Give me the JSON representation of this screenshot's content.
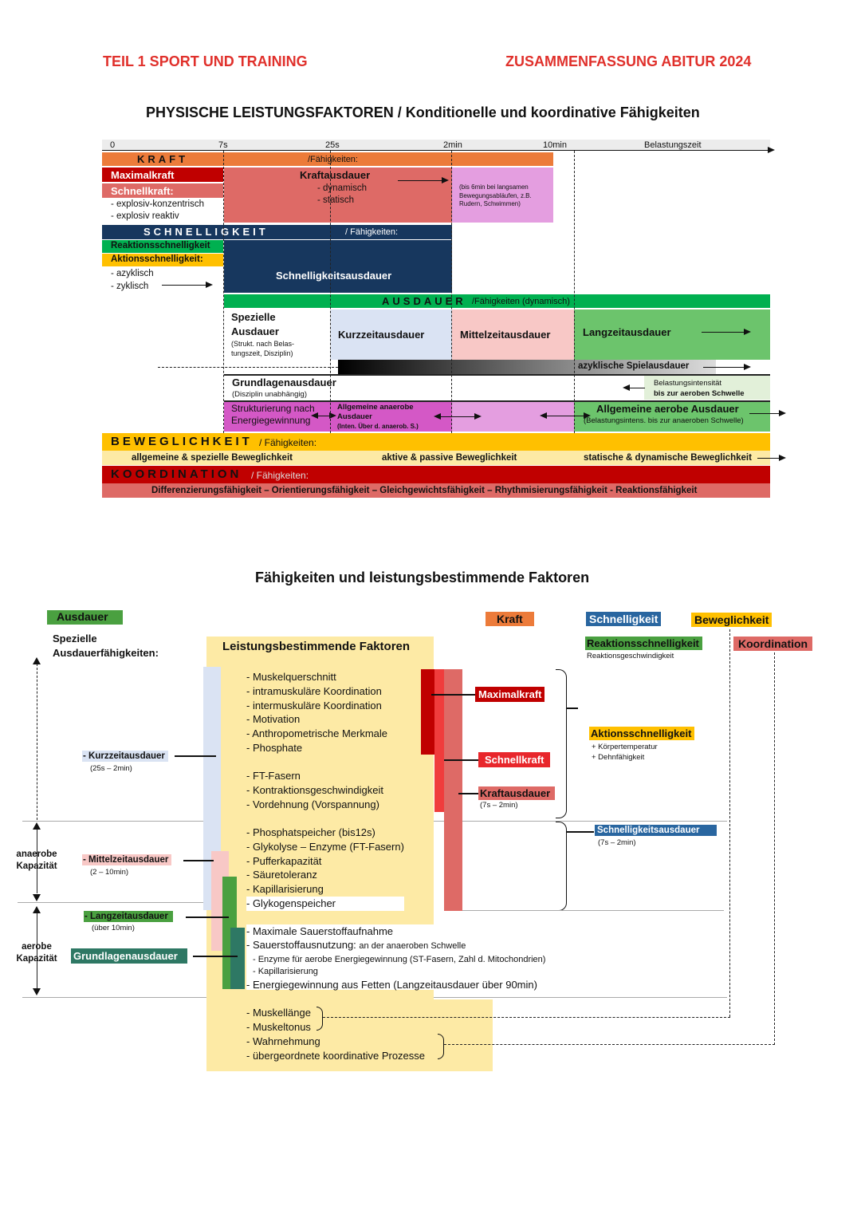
{
  "header": {
    "left": "TEIL 1 SPORT UND TRAINING",
    "right": "ZUSAMMENFASSUNG ABITUR 2024"
  },
  "chart1": {
    "title": "PHYSISCHE LEISTUNGSFAKTOREN / Konditionelle und koordinative Fähigkeiten",
    "ticks": [
      "0",
      "7s",
      "25s",
      "2min",
      "10min",
      "Belastungszeit"
    ],
    "kraft": {
      "header": "KRAFT",
      "faeh": "/Fähigkeiten:",
      "max": "Maximalkraft",
      "schnell": "Schnellkraft:",
      "schnell_sub1": "- explosiv-konzentrisch",
      "schnell_sub2": "- explosiv reaktiv",
      "ausdauer": "Kraftausdauer",
      "aus_sub1": "- dynamisch",
      "aus_sub2": "- statisch",
      "note": [
        "(bis 6min bei langsamen",
        "Bewegungsabläufen, z.B.",
        "Rudern, Schwimmen)"
      ]
    },
    "schnelligkeit": {
      "header": "SCHNELLIGKEIT",
      "faeh": "/ Fähigkeiten:",
      "reaktion": "Reaktionsschnelligkeit",
      "aktion": "Aktionsschnelligkeit:",
      "sub1": "- azyklisch",
      "sub2": "- zyklisch",
      "ausdauer": "Schnelligkeitsausdauer"
    },
    "ausdauer": {
      "header": "AUSDAUER",
      "faeh": "/Fähigkeiten (dynamisch)",
      "speziell1": "Spezielle",
      "speziell2": "Ausdauer",
      "speziell_note1": "(Strukt. nach Belas-",
      "speziell_note2": "tungszeit, Disziplin)",
      "kurz": "Kurzzeitausdauer",
      "mittel": "Mittelzeitausdauer",
      "lang": "Langzeitausdauer",
      "azyklisch": "azyklische Spielausdauer",
      "grundlagen": "Grundlagenausdauer",
      "grundlagen_note": "(Disziplin unabhängig)",
      "belastung1": "Belastungsintensität",
      "belastung2": "bis zur aeroben Schwelle",
      "struktur1": "Strukturierung nach",
      "struktur2": "Energiegewinnung",
      "anaerob1": "Allgemeine anaerobe",
      "anaerob2": "Ausdauer",
      "anaerob3": "(Inten. Über d. anaerob. S.)",
      "aerob": "Allgemeine aerobe Ausdauer",
      "aerob_note": "(Belastungsintens. bis zur anaeroben Schwelle)"
    },
    "beweglichkeit": {
      "header": "BEWEGLICHKEIT",
      "faeh": "/ Fähigkeiten:",
      "item1": "allgemeine & spezielle Beweglichkeit",
      "item2": "aktive & passive Beweglichkeit",
      "item3": "statische & dynamische Beweglichkeit"
    },
    "koordination": {
      "header": "KOORDINATION",
      "faeh": "/ Fähigkeiten:",
      "items": "Differenzierungsfähigkeit – Orientierungsfähigkeit – Gleichgewichtsfähigkeit – Rhythmisierungsfähigkeit - Reaktionsfähigkeit"
    }
  },
  "chart2": {
    "title": "Fähigkeiten und leistungsbestimmende Faktoren",
    "ausdauer": "Ausdauer",
    "spez1": "Spezielle",
    "spez2": "Ausdauerfähigkeiten:",
    "lbf": "Leistungsbestimmende Faktoren",
    "factors1": [
      "- Muskelquerschnitt",
      "- intramuskuläre Koordination",
      "- intermuskuläre Koordination",
      "- Motivation",
      "- Anthropometrische Merkmale",
      "- Phosphate"
    ],
    "factors2": [
      "- FT-Fasern",
      "- Kontraktionsgeschwindigkeit",
      "- Vordehnung (Vorspannung)"
    ],
    "factors3": [
      "- Phosphatspeicher (bis12s)",
      "- Glykolyse – Enzyme (FT-Fasern)",
      "- Pufferkapazität",
      "- Säuretoleranz",
      "- Kapillarisierung",
      "- Glykogenspeicher"
    ],
    "factors4_1": "- Maximale Sauerstoffaufnahme",
    "factors4_2": "- Sauerstoffausnutzung:",
    "factors4_2b": "an der anaeroben Schwelle",
    "factors4_3": "- Enzyme für aerobe Energiegewinnung (ST-Fasern, Zahl d. Mitochondrien)",
    "factors4_4": "- Kapillarisierung",
    "factors4_5": "- Energiegewinnung aus Fetten (Langzeitausdauer über 90min)",
    "factors5": [
      "- Muskellänge",
      "- Muskeltonus"
    ],
    "factors6": [
      "- Wahrnehmung",
      "- übergeordnete koordinative Prozesse"
    ],
    "kurz": "- Kurzzeitausdauer",
    "kurz_t": "(25s – 2min)",
    "mittel": "- Mittelzeitausdauer",
    "mittel_t": "(2 – 10min)",
    "lang": "- Langzeitausdauer",
    "lang_t": "(über 10min)",
    "grundlagen": "Grundlagenausdauer",
    "anaerob1": "anaerobe",
    "anaerob2": "Kapazität",
    "aerob1": "aerobe",
    "aerob2": "Kapazität",
    "kraft": "Kraft",
    "maximalkraft": "Maximalkraft",
    "schnellkraft": "Schnellkraft",
    "kraftausdauer": "Kraftausdauer",
    "kraftausdauer_t": "(7s – 2min)",
    "schnelligkeit": "Schnelligkeit",
    "reaktion": "Reaktionsschnelligkeit",
    "reaktion_sub": "Reaktionsgeschwindigkeit",
    "aktion": "Aktionsschnelligkeit",
    "aktion_sub1": "+ Körpertemperatur",
    "aktion_sub2": "+ Dehnfähigkeit",
    "schnellaus": "Schnelligkeitsausdauer",
    "schnellaus_t": "(7s – 2min)",
    "beweglichkeit": "Beweglichkeit",
    "koordination": "Koordination"
  },
  "colors": {
    "red_title": "#e0302b",
    "kraft_orange": "#ec7b3a",
    "maximal_red": "#c00000",
    "salmon": "#de6a66",
    "navy": "#17375e",
    "green": "#00b050",
    "yellow": "#ffc000",
    "purple": "#d458c6",
    "pink": "#e49ee0",
    "blue_light": "#dae3f3",
    "pink_light": "#f8c8c6",
    "green_light": "#6cc46c",
    "beige": "#fdeaa5"
  }
}
